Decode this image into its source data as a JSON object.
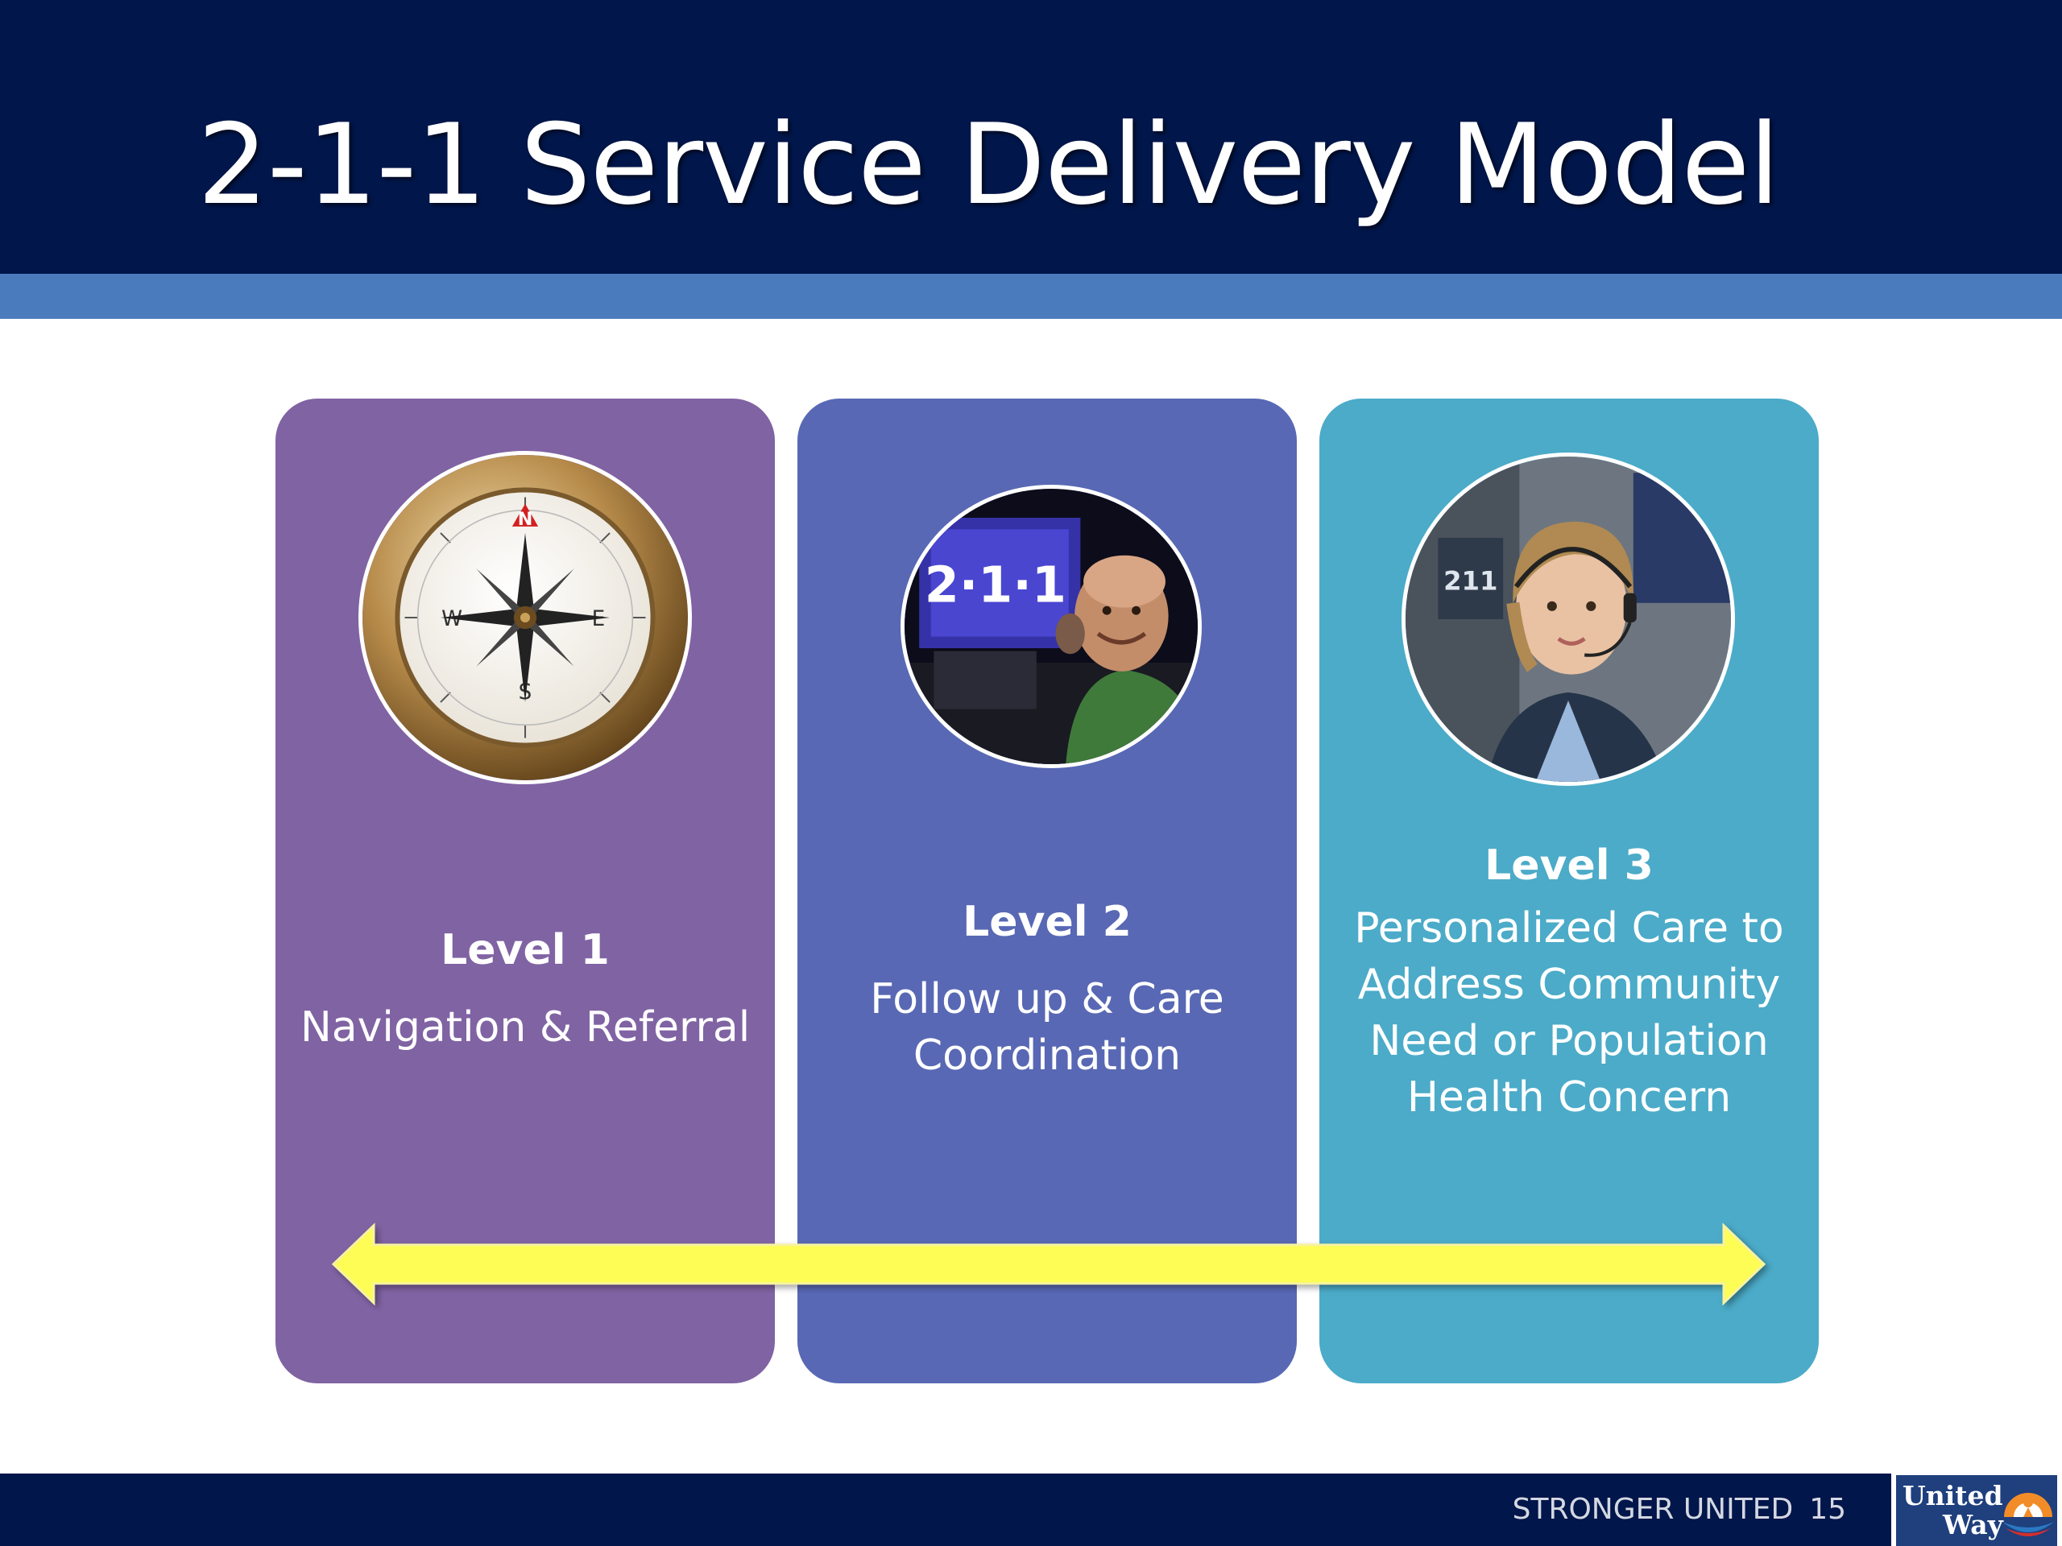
{
  "slide": {
    "title": "2-1-1 Service Delivery Model"
  },
  "levels": [
    {
      "label": "Level 1",
      "description": "Navigation & Referral",
      "color": "#8063a3",
      "image": "compass-icon"
    },
    {
      "label": "Level 2",
      "description": "Follow up & Care Coordination",
      "color": "#5868b4",
      "image": "call-center-agent-photo"
    },
    {
      "label": "Level 3",
      "description": "Personalized Care to Address Community Need or Population Health Concern",
      "color": "#4babc8",
      "image": "headset-agent-photo"
    }
  ],
  "arrow": {
    "color": "#fdfd57",
    "direction": "bidirectional"
  },
  "footer": {
    "tagline": "STRONGER UNITED",
    "page_number": "15",
    "logo_line1": "United",
    "logo_line2": "Way"
  },
  "colors": {
    "header": "#01164a",
    "header_band": "#4a7bbd",
    "footer": "#01164a"
  }
}
